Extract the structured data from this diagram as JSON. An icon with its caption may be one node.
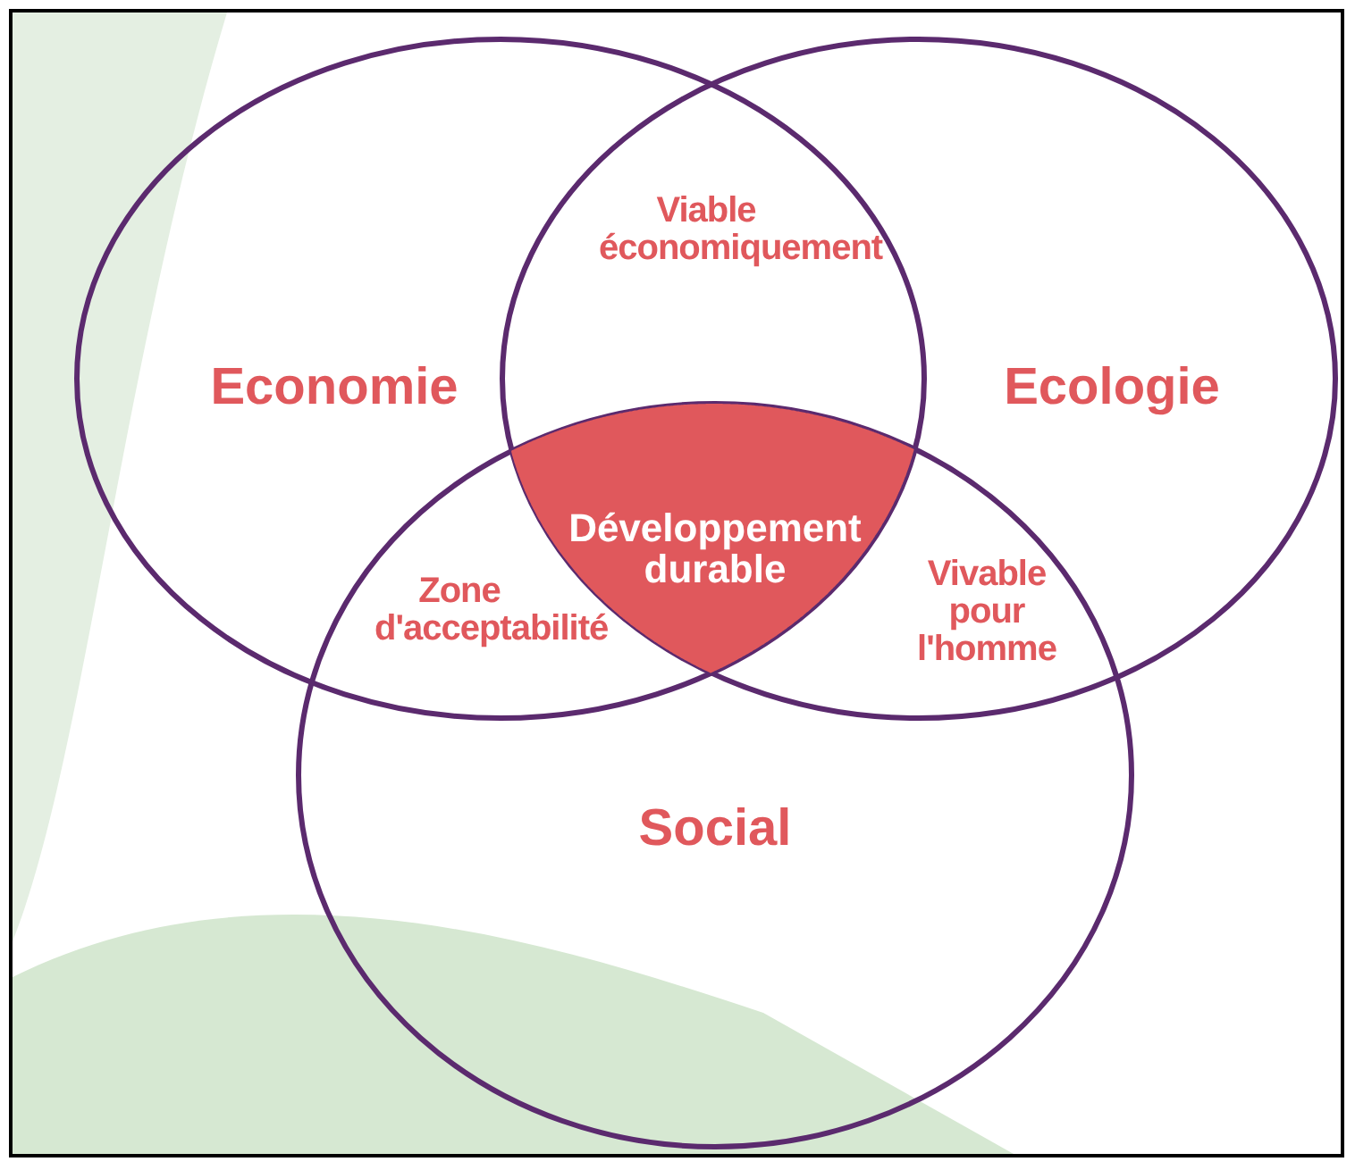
{
  "diagram": {
    "nodes": [
      {
        "text": [
          "Economie"
        ]
      },
      {
        "text": [
          "Ecologie"
        ]
      },
      {
        "text": [
          "Social"
        ]
      },
      {
        "text": [
          "Développement durable"
        ]
      }
    ],
    "edges": [],
    "labels": [
      "Viable économiquement",
      "Zone d'acceptabilité",
      "Vivable pour l'homme"
    ]
  }
}
